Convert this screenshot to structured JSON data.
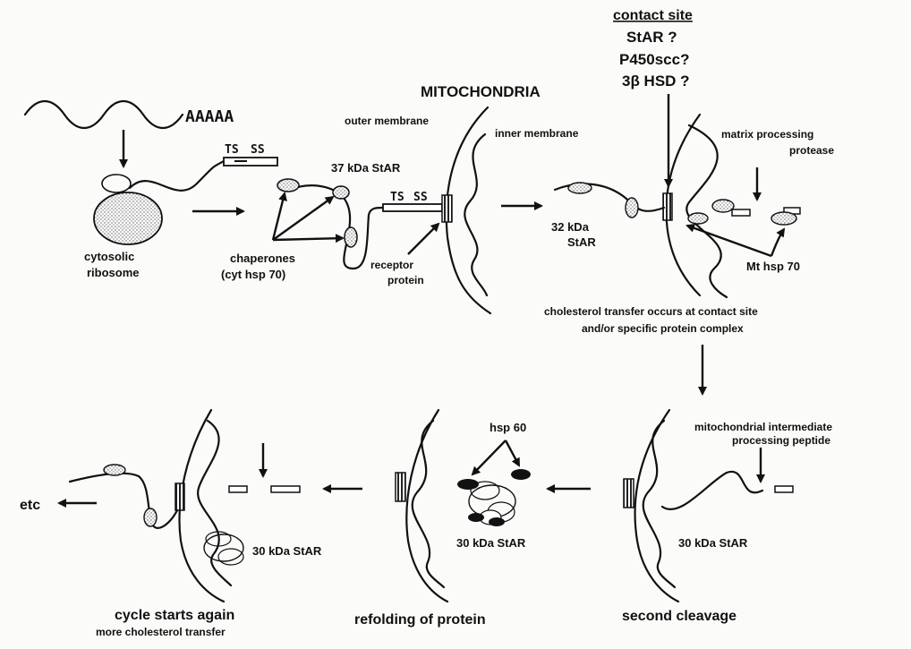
{
  "labels": {
    "mrna_tail": "AAAAA",
    "signal_ts": "TS",
    "signal_ss": "SS",
    "ribosome": [
      "cytosolic",
      "ribosome"
    ],
    "chaperones": [
      "chaperones",
      "(cyt hsp 70)"
    ],
    "star37": "37  kDa  StAR",
    "outer_membrane": "outer   membrane",
    "mitochondria": "MITOCHONDRIA",
    "receptor": [
      "receptor",
      "protein"
    ],
    "inner_membrane": "inner   membrane",
    "contact_title": "contact   site",
    "contact_items": [
      "StAR ?",
      "P450scc?",
      "3β  HSD ?"
    ],
    "matrix_protease": [
      "matrix    processing",
      "protease"
    ],
    "star32": [
      "32  kDa",
      "StAR"
    ],
    "mt_hsp": "Mt  hsp  70",
    "transfer": [
      "cholesterol  transfer  occurs  at  contact  site",
      "and/or  specific  protein  complex"
    ],
    "intermediate": [
      "mitochondrial   intermediate",
      "processing  peptide"
    ],
    "hsp60": "hsp  60",
    "star30_a": "30  kDa  StAR",
    "star30_b": "30  kDa  StAR",
    "star30_c": "30  kDa  StAR",
    "etc": "etc",
    "cap_second": "second    cleavage",
    "cap_refold": "refolding    of    protein",
    "cap_cycle": "cycle  starts  again",
    "cap_more": "more   cholesterol   transfer"
  }
}
